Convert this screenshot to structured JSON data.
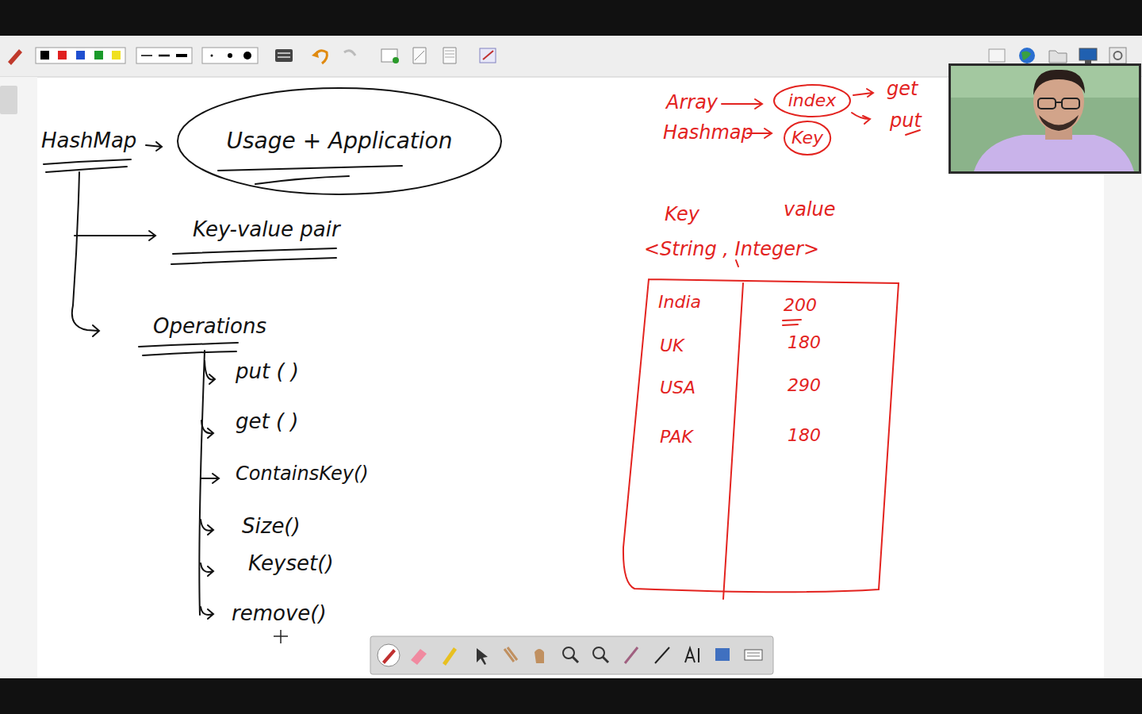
{
  "diagram": {
    "nodes": [
      {
        "text": [
          "Usage + Application"
        ]
      },
      {
        "text": [
          "index"
        ]
      },
      {
        "text": [
          "Key"
        ]
      }
    ],
    "labels": [
      "HashMap",
      "Key-value pair",
      "Operations",
      "put ( )",
      "get ( )",
      "ContainsKey()",
      "Size()",
      "Keyset()",
      "remove()",
      "Array",
      "get",
      "put",
      "Hashmap",
      "Key",
      "value",
      "<String , Integer>",
      "India",
      "200",
      "UK",
      "180",
      "USA",
      "290",
      "PAK",
      "180"
    ]
  }
}
